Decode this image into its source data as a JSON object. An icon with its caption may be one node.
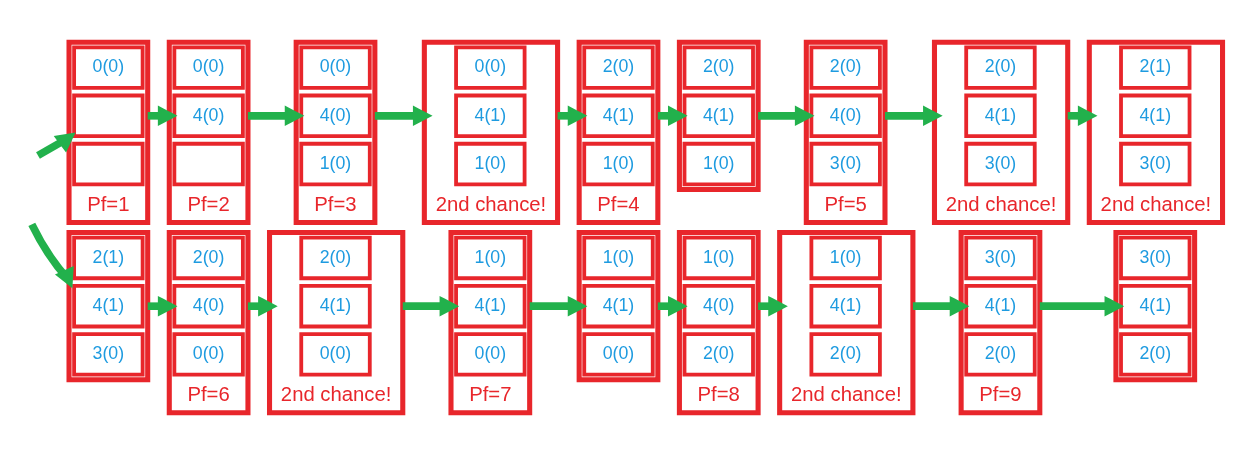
{
  "diagram": {
    "nodes": [
      {
        "text": [],
        "shape": "box",
        "beside": [
          "Pf=1"
        ]
      },
      {
        "text": [
          "0(0)"
        ],
        "in": 0
      },
      {
        "text": [],
        "shape": "box",
        "in": 0
      },
      {
        "text": [],
        "shape": "box",
        "in": 0
      },
      {
        "text": [],
        "shape": "box",
        "beside": [
          "Pf=2"
        ]
      },
      {
        "text": [
          "0(0)"
        ],
        "in": 4
      },
      {
        "text": [
          "4(0)"
        ],
        "in": 4
      },
      {
        "text": [],
        "shape": "box",
        "in": 4
      },
      {
        "text": [],
        "shape": "box",
        "beside": [
          "Pf=3"
        ]
      },
      {
        "text": [
          "0(0)"
        ],
        "in": 8
      },
      {
        "text": [
          "4(0)"
        ],
        "in": 8
      },
      {
        "text": [
          "1(0)"
        ],
        "in": 8
      },
      {
        "text": [],
        "shape": "box",
        "beside": [
          "2nd chance!"
        ]
      },
      {
        "text": [
          "0(0)"
        ],
        "in": 12
      },
      {
        "text": [
          "4(1)"
        ],
        "in": 12
      },
      {
        "text": [
          "1(0)"
        ],
        "in": 12
      },
      {
        "text": [],
        "shape": "box",
        "beside": [
          "Pf=4"
        ]
      },
      {
        "text": [
          "2(0)"
        ],
        "in": 16
      },
      {
        "text": [
          "4(1)"
        ],
        "in": 16
      },
      {
        "text": [
          "1(0)"
        ],
        "in": 16
      },
      {
        "text": [],
        "shape": "box"
      },
      {
        "text": [
          "2(0)"
        ],
        "in": 20
      },
      {
        "text": [
          "4(1)"
        ],
        "in": 20
      },
      {
        "text": [
          "1(0)"
        ],
        "in": 20
      },
      {
        "text": [],
        "shape": "box",
        "beside": [
          "Pf=5"
        ]
      },
      {
        "text": [
          "2(0)"
        ],
        "in": 24
      },
      {
        "text": [
          "4(0)"
        ],
        "in": 24
      },
      {
        "text": [
          "3(0)"
        ],
        "in": 24
      },
      {
        "text": [],
        "shape": "box",
        "beside": [
          "2nd chance!"
        ]
      },
      {
        "text": [
          "2(0)"
        ],
        "in": 28
      },
      {
        "text": [
          "4(1)"
        ],
        "in": 28
      },
      {
        "text": [
          "3(0)"
        ],
        "in": 28
      },
      {
        "text": [],
        "shape": "box",
        "beside": [
          "2nd chance!"
        ]
      },
      {
        "text": [
          "2(1)"
        ],
        "in": 32
      },
      {
        "text": [
          "4(1)"
        ],
        "in": 32
      },
      {
        "text": [
          "3(0)"
        ],
        "in": 32
      },
      {
        "text": [],
        "shape": "box"
      },
      {
        "text": [
          "2(1)"
        ],
        "in": 36
      },
      {
        "text": [
          "4(1)"
        ],
        "in": 36
      },
      {
        "text": [
          "3(0)"
        ],
        "in": 36
      },
      {
        "text": [],
        "shape": "box",
        "beside": [
          "Pf=6"
        ]
      },
      {
        "text": [
          "2(0)"
        ],
        "in": 40
      },
      {
        "text": [
          "4(0)"
        ],
        "in": 40
      },
      {
        "text": [
          "0(0)"
        ],
        "in": 40
      },
      {
        "text": [],
        "shape": "box",
        "beside": [
          "2nd chance!"
        ]
      },
      {
        "text": [
          "2(0)"
        ],
        "in": 44
      },
      {
        "text": [
          "4(1)"
        ],
        "in": 44
      },
      {
        "text": [
          "0(0)"
        ],
        "in": 44
      },
      {
        "text": [],
        "shape": "box",
        "beside": [
          "Pf=7"
        ]
      },
      {
        "text": [
          "1(0)"
        ],
        "in": 48
      },
      {
        "text": [
          "4(1)"
        ],
        "in": 48
      },
      {
        "text": [
          "0(0)"
        ],
        "in": 48
      },
      {
        "text": [],
        "shape": "box"
      },
      {
        "text": [
          "1(0)"
        ],
        "in": 52
      },
      {
        "text": [
          "4(1)"
        ],
        "in": 52
      },
      {
        "text": [
          "0(0)"
        ],
        "in": 52
      },
      {
        "text": [],
        "shape": "box",
        "beside": [
          "Pf=8"
        ]
      },
      {
        "text": [
          "1(0)"
        ],
        "in": 56
      },
      {
        "text": [
          "4(0)"
        ],
        "in": 56
      },
      {
        "text": [
          "2(0)"
        ],
        "in": 56
      },
      {
        "text": [],
        "shape": "box",
        "beside": [
          "2nd chance!"
        ]
      },
      {
        "text": [
          "1(0)"
        ],
        "in": 60
      },
      {
        "text": [
          "4(1)"
        ],
        "in": 60
      },
      {
        "text": [
          "2(0)"
        ],
        "in": 60
      },
      {
        "text": [],
        "shape": "box",
        "beside": [
          "Pf=9"
        ]
      },
      {
        "text": [
          "3(0)"
        ],
        "in": 64
      },
      {
        "text": [
          "4(1)"
        ],
        "in": 64
      },
      {
        "text": [
          "2(0)"
        ],
        "in": 64
      },
      {
        "text": [],
        "shape": "box"
      },
      {
        "text": [
          "3(0)"
        ],
        "in": 68
      },
      {
        "text": [
          "4(1)"
        ],
        "in": 68
      },
      {
        "text": [
          "2(0)"
        ],
        "in": 68
      }
    ],
    "edges": [
      {
        "from": null,
        "to": 0,
        "arrow": "to"
      },
      {
        "from": 0,
        "to": 4,
        "arrow": "to"
      },
      {
        "from": 4,
        "to": 8,
        "arrow": "to"
      },
      {
        "from": 8,
        "to": 12,
        "arrow": "to"
      },
      {
        "from": 12,
        "to": 16,
        "arrow": "to"
      },
      {
        "from": 16,
        "to": 20,
        "arrow": "to"
      },
      {
        "from": 20,
        "to": 24,
        "arrow": "to"
      },
      {
        "from": 24,
        "to": 28,
        "arrow": "to"
      },
      {
        "from": 28,
        "to": 32,
        "arrow": "to"
      },
      {
        "from": null,
        "to": 36,
        "arrow": "to"
      },
      {
        "from": 36,
        "to": 40,
        "arrow": "to"
      },
      {
        "from": 40,
        "to": 44,
        "arrow": "to"
      },
      {
        "from": 44,
        "to": 48,
        "arrow": "to"
      },
      {
        "from": 48,
        "to": 52,
        "arrow": "to"
      },
      {
        "from": 52,
        "to": 56,
        "arrow": "to"
      },
      {
        "from": 56,
        "to": 60,
        "arrow": "to"
      },
      {
        "from": 60,
        "to": 64,
        "arrow": "to"
      },
      {
        "from": 64,
        "to": 68,
        "arrow": "to"
      }
    ]
  }
}
